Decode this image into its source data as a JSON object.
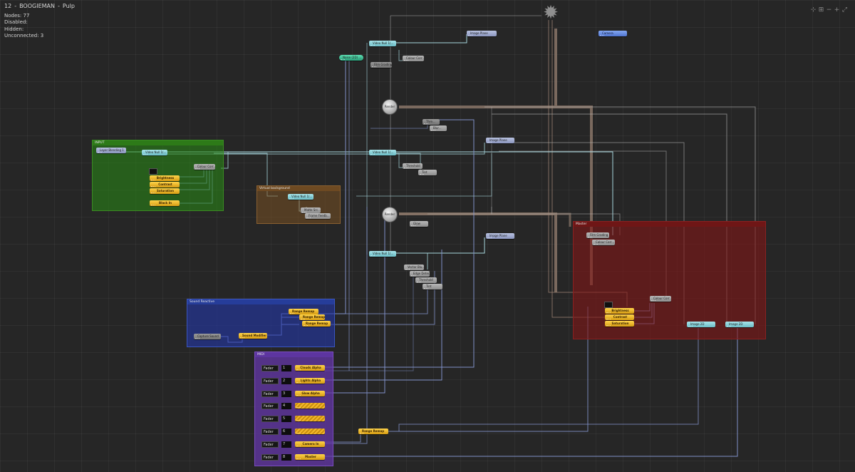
{
  "hud": {
    "project_num": "12",
    "project_name": "BOOGIEMAN",
    "scene": "Pulp",
    "lines": [
      "Nodes:  77",
      "Disabled:",
      "Hidden:",
      "Unconnected:  3"
    ]
  },
  "view_controls": [
    "fit-icon",
    "grid-icon",
    "minus-icon",
    "plus-icon",
    "fullscreen-icon"
  ],
  "groups": {
    "input": "INPUT",
    "virtual_background": "Virtual background",
    "master": "Master",
    "sound_reactive": "Sound Reactive",
    "midi": "MIDI"
  },
  "nodes": {
    "image_plane_top": "Image Plane",
    "camera": "Camera",
    "noise": "Noise (2D) ...",
    "video_null_1": "Video Null 1(...",
    "film_grading": "Film Grading",
    "colour_corr_top": "Colour Corr...",
    "render_1": "Render",
    "threshold_1": "Thre...",
    "blur_1": "Blur...",
    "image_plane_mid": "Image Plane",
    "video_in": "Layer Blending 1",
    "video_null_input": "Video Null 1(...",
    "colour_corr_input": "Colour Corr...",
    "video_null_2": "Video Null 1(...",
    "threshold_2": "Threshold",
    "tint": "Tint",
    "brightness_in": "Brightness",
    "contrast_in": "Contrast",
    "saturation_in": "Saturation",
    "black_in": "Black In",
    "video_null_vb": "Video Null 1(...",
    "matte_src": "Matte Src...",
    "frame_feedback": "Frame Feedb...",
    "render_2": "Render",
    "glow": "Glow",
    "image_plane_low": "Image Plane",
    "video_null_3": "Video Null 1(...",
    "vector_blur": "Vector Blu...",
    "edge_detect": "Edge Detect",
    "threshold_3": "Threshold",
    "tint_2": "Tint",
    "film_grading_master": "Film Grading",
    "colour_corr_master": "Colour Corr...",
    "colour_corr_master_2": "Colour Corr...",
    "brightness_m": "Brightness",
    "contrast_m": "Contrast",
    "saturation_m": "Saturation",
    "image_2d_1": "Image 2D",
    "image_2d_2": "Image 2D",
    "range_remap_1": "Range Remap",
    "range_remap_2": "Range Remap",
    "range_remap_3": "Range Remap",
    "capture_sound": "Capture Sound",
    "sound_modifier": "Sound Modifier",
    "range_remap_midi": "Range Remap"
  },
  "midi_rows": [
    {
      "fader": "Fader",
      "num": "1",
      "target": "Clouds Alpha"
    },
    {
      "fader": "Fader",
      "num": "2",
      "target": "Lights Alpha"
    },
    {
      "fader": "Fader",
      "num": "3",
      "target": "Glow Alpha"
    },
    {
      "fader": "Fader",
      "num": "4",
      "target": ""
    },
    {
      "fader": "Fader",
      "num": "5",
      "target": ""
    },
    {
      "fader": "Fader",
      "num": "6",
      "target": ""
    },
    {
      "fader": "Fader",
      "num": "7",
      "target": "Camera In"
    },
    {
      "fader": "Fader",
      "num": "8",
      "target": "Master"
    }
  ],
  "colors": {
    "input_group": "#1e5a12",
    "virtual_bg_group": "#5a3d1c",
    "master_group": "#5e1514",
    "sound_group": "#1c2f82",
    "midi_group": "#4f2a88",
    "wire_blue": "#8090c8",
    "wire_cyan": "#a6d5dc",
    "wire_brown": "#9a8172"
  }
}
